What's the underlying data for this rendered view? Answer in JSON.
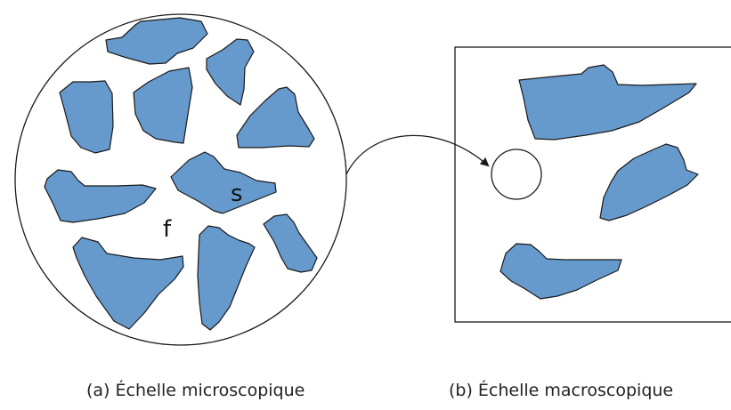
{
  "diagram": {
    "micro_labels": {
      "solid": "s",
      "fluid": "f"
    },
    "captions": {
      "micro": "(a) Échelle microscopique",
      "macro": "(b) Échelle macroscopique"
    },
    "colors": {
      "grain_fill": "#6699cc",
      "stroke": "#1a1a1a",
      "background": "#ffffff"
    }
  }
}
